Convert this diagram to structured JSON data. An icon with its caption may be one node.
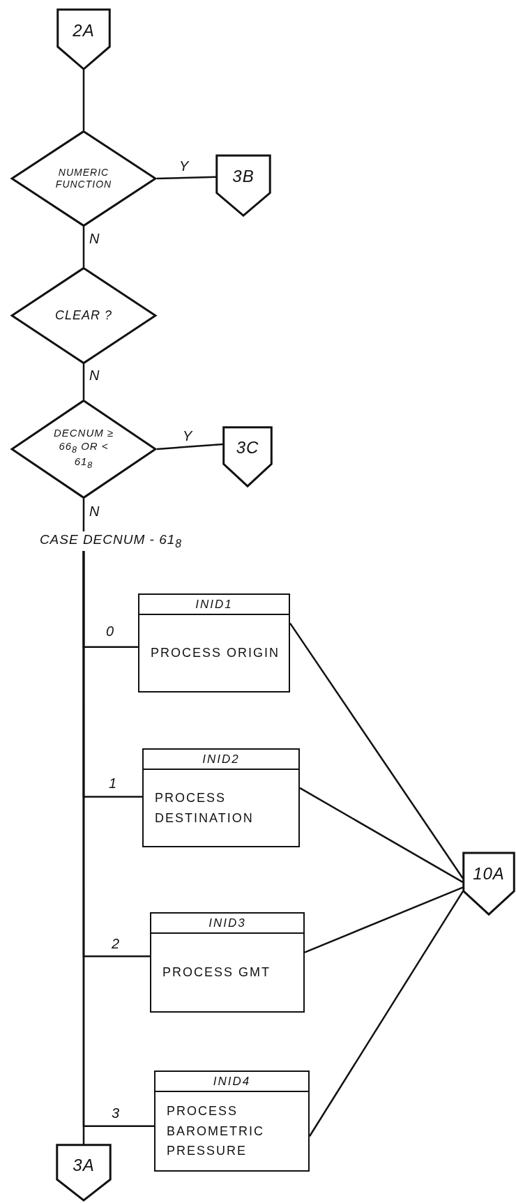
{
  "diagram": {
    "nodes": [
      {
        "text": [
          "2A"
        ]
      },
      {
        "text": [
          "NUMERIC FUNCTION"
        ]
      },
      {
        "text": [
          "3B"
        ]
      },
      {
        "text": [
          "CLEAR ?"
        ]
      },
      {
        "text": [
          "DECNUM ≥ 66$_{8}$ OR < 61$_{8}$"
        ]
      },
      {
        "text": [
          "3C"
        ]
      },
      {
        "text": [
          "CASE DECNUM - 61$_{8}$"
        ]
      },
      {
        "text": [
          "INID1",
          "PROCESS ORIGIN"
        ]
      },
      {
        "text": [
          "INID2",
          "PROCESS DESTINATION"
        ]
      },
      {
        "text": [
          "INID3",
          "PROCESS GMT"
        ]
      },
      {
        "text": [
          "INID4",
          "PROCESS BAROMETRIC PRESSURE"
        ]
      },
      {
        "text": [
          "10A"
        ]
      },
      {
        "text": [
          "3A"
        ]
      }
    ],
    "edges": [
      {
        "from": 0,
        "to": 1,
        "arrow": "none"
      },
      {
        "from": 1,
        "to": 2,
        "arrow": "none",
        "label": "Y"
      },
      {
        "from": 1,
        "to": 3,
        "arrow": "none",
        "label": "N"
      },
      {
        "from": 3,
        "to": 4,
        "arrow": "none",
        "label": "N"
      },
      {
        "from": 4,
        "to": 5,
        "arrow": "none",
        "label": "Y"
      },
      {
        "from": 4,
        "to": 6,
        "arrow": "none",
        "label": "N"
      },
      {
        "from": 6,
        "to": 7,
        "arrow": "none",
        "label": "0"
      },
      {
        "from": 6,
        "to": 8,
        "arrow": "none",
        "label": "1"
      },
      {
        "from": 6,
        "to": 9,
        "arrow": "none",
        "label": "2"
      },
      {
        "from": 6,
        "to": 10,
        "arrow": "none",
        "label": "3"
      },
      {
        "from": 6,
        "to": 12,
        "arrow": "none"
      },
      {
        "from": 7,
        "to": 11,
        "arrow": "none"
      },
      {
        "from": 8,
        "to": 11,
        "arrow": "none"
      },
      {
        "from": 9,
        "to": 11,
        "arrow": "none"
      },
      {
        "from": 10,
        "to": 11,
        "arrow": "none"
      }
    ]
  }
}
